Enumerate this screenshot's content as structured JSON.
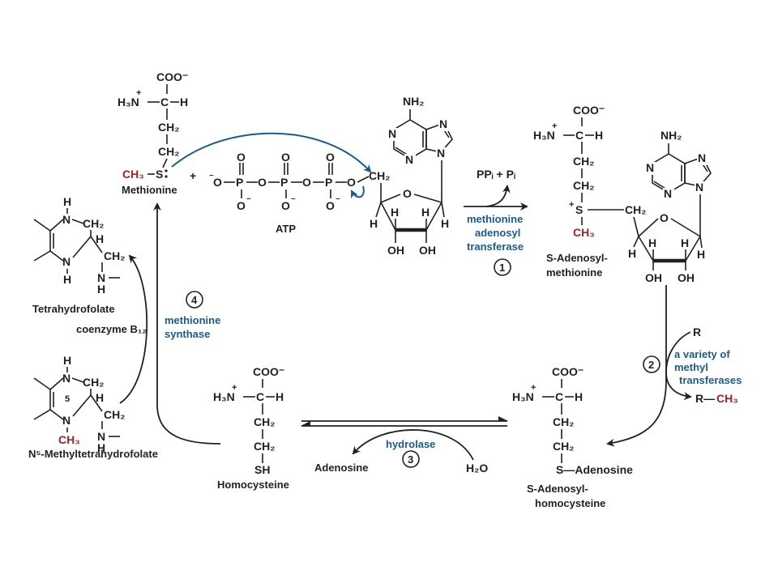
{
  "atoms": {
    "coo": "COO⁻",
    "h3n": "H₃N",
    "plus": "+",
    "c": "C",
    "h": "H",
    "ch2": "CH₂",
    "ch3": "CH₃",
    "s": "S",
    "o": "O",
    "p": "P",
    "n": "N",
    "nh2": "NH₂",
    "oh": "OH",
    "sh": "SH",
    "r": "R",
    "minus": "⁻",
    "five": "5"
  },
  "compounds": {
    "methionine": "Methionine",
    "atp": "ATP",
    "sam_line1": "S-Adenosyl-",
    "sam_line2": "methionine",
    "sah_line1": "S-Adenosyl-",
    "sah_line2": "homocysteine",
    "homocysteine": "Homocysteine",
    "adenosine": "Adenosine",
    "s_adenosine": "S—Adenosine",
    "water": "H₂O",
    "thf": "Tetrahydrofolate",
    "b12": "coenzyme B₁₂",
    "n5mthf": "N⁵-Methyltetrahydrofolate",
    "ppi_pi": "PPᵢ + Pᵢ",
    "r_ch3_r": "R—",
    "r_ch3_ch3": "CH₃"
  },
  "enzymes": {
    "e1_l1": "methionine",
    "e1_l2": "adenosyl",
    "e1_l3": "transferase",
    "e2_l1": "a variety of",
    "e2_l2": "methyl",
    "e2_l3": "transferases",
    "e3": "hydrolase",
    "e4_l1": "methionine",
    "e4_l2": "synthase"
  },
  "steps": {
    "s1": "1",
    "s2": "2",
    "s3": "3",
    "s4": "4"
  },
  "colors": {
    "methyl_red": "#a3212a",
    "enzyme_blue": "#1b5a8e",
    "ink": "#231f20"
  }
}
